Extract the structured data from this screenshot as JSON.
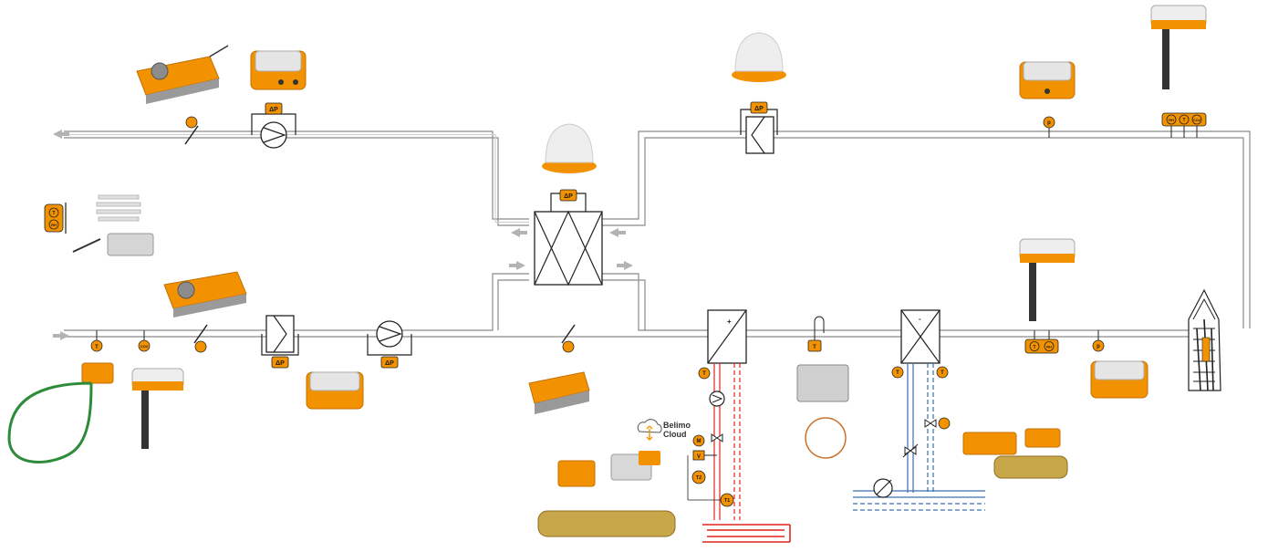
{
  "symbols": {
    "delta_p": "ΔP",
    "temperature": "T",
    "humidity": "RH",
    "co2": "CO2",
    "motor": "M",
    "volume": "V",
    "t1": "T1",
    "t2": "T2",
    "pressure": "p",
    "plus": "+",
    "minus": "-"
  },
  "cloud": {
    "line1": "Belimo",
    "line2": "Cloud"
  },
  "colors": {
    "accent": "#f39200",
    "duct": "#8a8a8a",
    "arrow": "#b3b3b3",
    "heating": "#e1251b",
    "cooling": "#3a6fb0",
    "dark": "#222222"
  },
  "icons": {
    "fan": "fan-icon",
    "heat_exchanger": "heat-exchanger-icon",
    "filter": "filter-icon",
    "damper": "damper-icon",
    "pump": "pump-icon",
    "valve": "valve-icon",
    "cloud": "cloud-icon"
  }
}
